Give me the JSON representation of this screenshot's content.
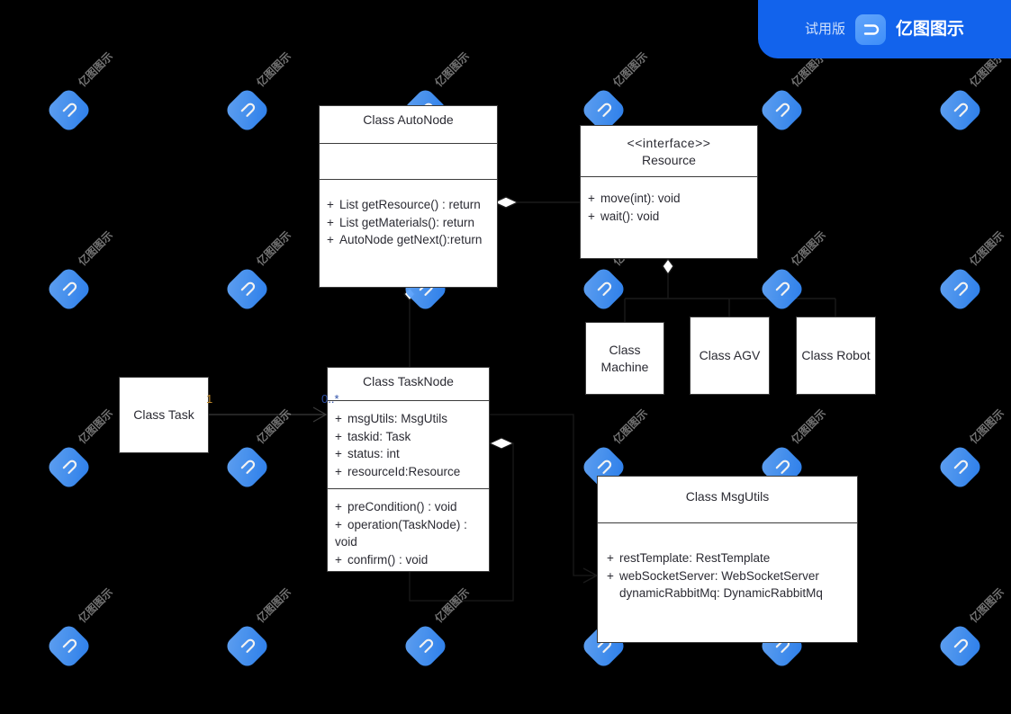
{
  "badge": {
    "trial_label": "试用版",
    "brand_label": "亿图图示",
    "logo_icon": "edraw-logo-icon",
    "background_color": "#1263ec"
  },
  "watermark": {
    "text": "亿图图示",
    "logo_icon": "edraw-watermark-icon"
  },
  "canvas": {
    "background_color": "#000000",
    "box_fill": "#ffffff",
    "box_stroke": "#3b3b3b",
    "text_color": "#2b2b33"
  },
  "classes": {
    "autonode": {
      "title": "Class AutoNode",
      "attributes": [],
      "methods": [
        {
          "sign": "+",
          "text": "List getResource() : return"
        },
        {
          "sign": "+",
          "text": "List getMaterials(): return"
        },
        {
          "sign": "+",
          "text": "AutoNode getNext():return"
        }
      ]
    },
    "resource": {
      "stereotype": "<<interface>>",
      "title": "Resource",
      "methods": [
        {
          "sign": "+",
          "text": "move(int): void"
        },
        {
          "sign": "+",
          "text": "wait(): void"
        }
      ]
    },
    "machine": {
      "title_line1": "Class",
      "title_line2": "Machine"
    },
    "agv": {
      "title": "Class AGV"
    },
    "robot": {
      "title": "Class Robot"
    },
    "task": {
      "title": "Class Task"
    },
    "tasknode": {
      "title": "Class TaskNode",
      "attributes": [
        {
          "sign": "+",
          "text": "msgUtils: MsgUtils"
        },
        {
          "sign": "+",
          "text": "taskid: Task"
        },
        {
          "sign": "+",
          "text": "status: int"
        },
        {
          "sign": "+",
          "text": "resourceId:Resource"
        }
      ],
      "methods": [
        {
          "sign": "+",
          "text": "preCondition() : void"
        },
        {
          "sign": "+",
          "text": "operation(TaskNode) : void"
        },
        {
          "sign": "+",
          "text": "confirm() : void"
        }
      ]
    },
    "msgutils": {
      "title": "Class MsgUtils",
      "attributes": [
        {
          "sign": "+",
          "text": "restTemplate: RestTemplate"
        },
        {
          "sign": "+",
          "text": "webSocketServer: WebSocketServer"
        },
        {
          "sign": "",
          "text": "dynamicRabbitMq: DynamicRabbitMq"
        }
      ]
    }
  },
  "multiplicities": {
    "task_side": "1",
    "tasknode_side": "0..*"
  }
}
